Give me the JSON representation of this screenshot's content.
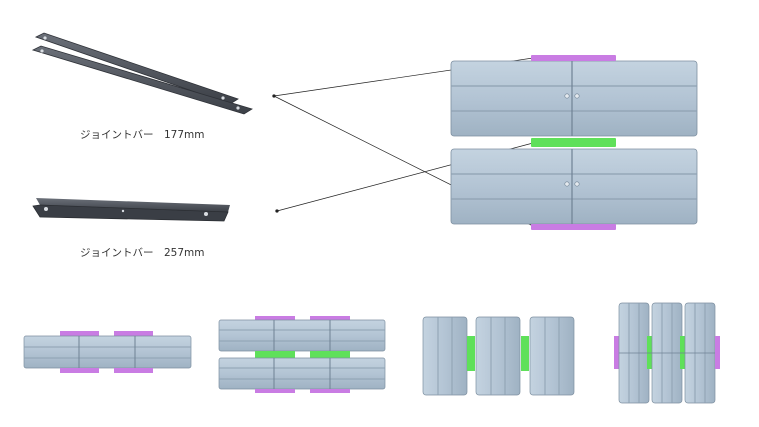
{
  "labels": {
    "joint_bar_short": "ジョイントバー　177mm",
    "joint_bar_long": "ジョイントバー　257mm"
  },
  "colors": {
    "panel_fill": "#b4c6d6",
    "panel_shade": "#96aabb",
    "panel_edge": "#7d8fa0",
    "bar_dark": "#4a4f57",
    "joint_short": "#c97ce3",
    "joint_long": "#5fe05a",
    "leader_line": "#222222"
  },
  "illustrations": [
    {
      "name": "joint-bar-177mm-pair",
      "icon": "metal-bar-icon"
    },
    {
      "name": "joint-bar-257mm",
      "icon": "metal-bar-icon"
    },
    {
      "name": "two-panel-stack-diagram",
      "icon": "panel-assembly-icon"
    },
    {
      "name": "layout-single-row",
      "icon": "panel-assembly-icon"
    },
    {
      "name": "layout-double-row",
      "icon": "panel-assembly-icon"
    },
    {
      "name": "layout-three-spaced-vertical",
      "icon": "panel-assembly-icon"
    },
    {
      "name": "layout-three-joined-vertical",
      "icon": "panel-assembly-icon"
    }
  ]
}
